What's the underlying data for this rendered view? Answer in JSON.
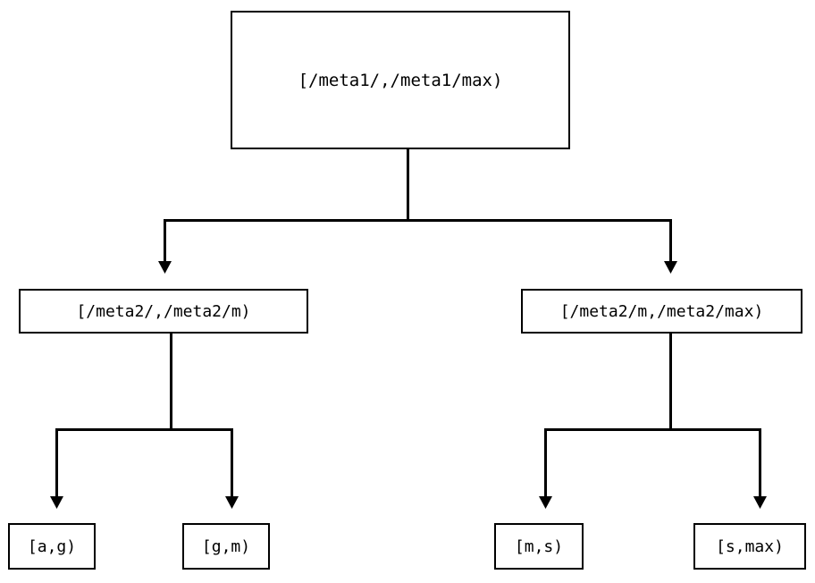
{
  "diagram": {
    "type": "interval-partition-tree",
    "background_color": "#ffffff",
    "line_color": "#000000",
    "text_color": "#000000",
    "nodes": {
      "root": {
        "label": "[/meta1/,/meta1/max)"
      },
      "mid_left": {
        "label": "[/meta2/,/meta2/m)"
      },
      "mid_right": {
        "label": "[/meta2/m,/meta2/max)"
      },
      "leaf_1": {
        "label": "[a,g)"
      },
      "leaf_2": {
        "label": "[g,m)"
      },
      "leaf_3": {
        "label": "[m,s)"
      },
      "leaf_4": {
        "label": "[s,max)"
      }
    },
    "edges": [
      {
        "from": "root",
        "to": "mid_left",
        "arrow": "down-triangle"
      },
      {
        "from": "root",
        "to": "mid_right",
        "arrow": "down-triangle"
      },
      {
        "from": "mid_left",
        "to": "leaf_1",
        "arrow": "down-triangle"
      },
      {
        "from": "mid_left",
        "to": "leaf_2",
        "arrow": "down-triangle"
      },
      {
        "from": "mid_right",
        "to": "leaf_3",
        "arrow": "down-triangle"
      },
      {
        "from": "mid_right",
        "to": "leaf_4",
        "arrow": "down-triangle"
      }
    ]
  }
}
